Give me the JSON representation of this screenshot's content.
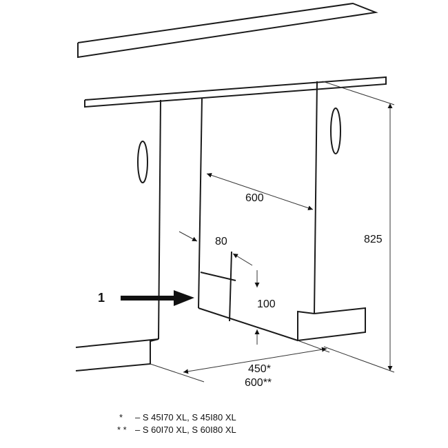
{
  "diagram": {
    "dimensions": {
      "niche_width": "600",
      "niche_height": "825",
      "side_gap": "80",
      "plinth_height": "100",
      "depth_1": "450*",
      "depth_2": "600**"
    },
    "callout": {
      "number": "1"
    },
    "footnotes": [
      {
        "marker": "*",
        "text": "– S 45I70 XL, S 45I80 XL"
      },
      {
        "marker": "* *",
        "text": "– S 60I70 XL, S 60I80 XL"
      }
    ]
  }
}
